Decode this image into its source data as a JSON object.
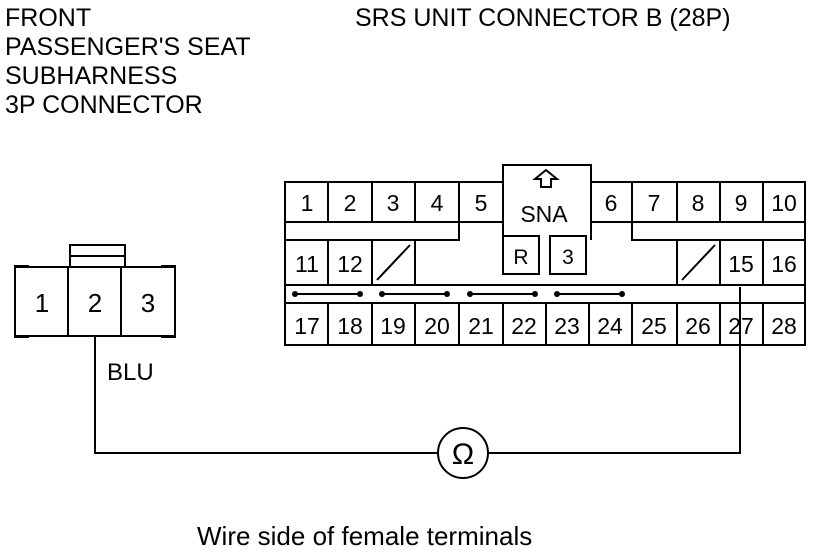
{
  "left_connector": {
    "title_lines": [
      "FRONT",
      "PASSENGER'S SEAT",
      "SUBHARNESS",
      "3P CONNECTOR"
    ],
    "terminals": [
      "1",
      "2",
      "3"
    ],
    "wire_color": "BLU"
  },
  "srs_connector": {
    "title": "SRS UNIT CONNECTOR B (28P)",
    "row1_left": [
      "1",
      "2",
      "3",
      "4",
      "5"
    ],
    "row1_right": [
      "6",
      "7",
      "8",
      "9",
      "10"
    ],
    "latch_label": "SNA",
    "row2_left": [
      "11",
      "12"
    ],
    "row2_right": [
      "15",
      "16"
    ],
    "center_boxes": [
      "R",
      "3"
    ],
    "row3": [
      "17",
      "18",
      "19",
      "20",
      "21",
      "22",
      "23",
      "24",
      "25",
      "26",
      "27",
      "28"
    ]
  },
  "meter": {
    "symbol": "Ω"
  },
  "caption": "Wire side of female terminals"
}
